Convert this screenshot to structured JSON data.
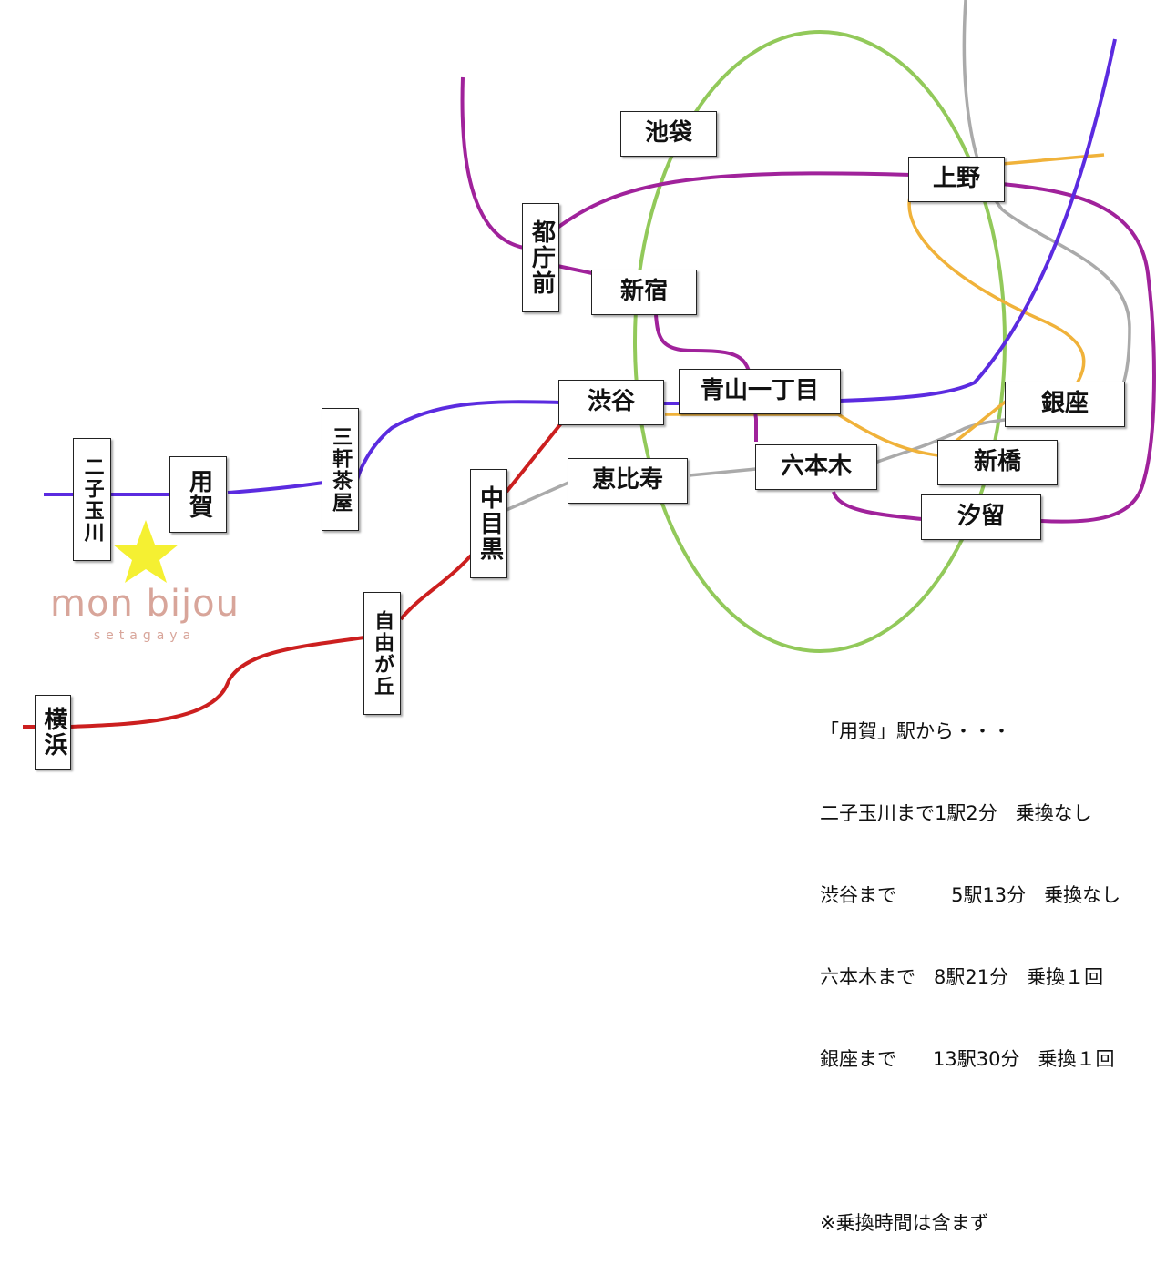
{
  "lines": [
    {
      "name": "yamanote",
      "color": "#92c95a"
    },
    {
      "name": "hanzomon",
      "color": "#5b2be0"
    },
    {
      "name": "oedo",
      "color": "#a0229b"
    },
    {
      "name": "toyoko",
      "color": "#cc1f1f"
    },
    {
      "name": "hibiya",
      "color": "#aaaaaa"
    },
    {
      "name": "ginza",
      "color": "#f0b23a"
    }
  ],
  "stations": {
    "ikebukuro": "池袋",
    "ueno": "上野",
    "tochomae": "都庁前",
    "shinjuku": "新宿",
    "shibuya": "渋谷",
    "aoyama": "青山一丁目",
    "ginza": "銀座",
    "ebisu": "恵比寿",
    "roppongi": "六本木",
    "shimbashi": "新橋",
    "shiodome": "汐留",
    "futakotamagawa": "二子玉川",
    "yoga": "用賀",
    "sangenjaya": "三軒茶屋",
    "nakameguro": "中目黒",
    "jiyugaoka": "自由が丘",
    "yokohama": "横浜"
  },
  "logo": {
    "main": "mon bijou",
    "sub": "setagaya",
    "star_color": "#f5f032"
  },
  "info": {
    "line1": "「用賀」駅から・・・",
    "line2": "二子玉川まで1駅2分   乗換なし",
    "line3": "渋谷まで         5駅13分   乗換なし",
    "line4": "六本木まで   8駅21分   乗換１回",
    "line5": "銀座まで      13駅30分   乗換１回",
    "line6": "",
    "line7": "※乗換時間は含まず"
  }
}
